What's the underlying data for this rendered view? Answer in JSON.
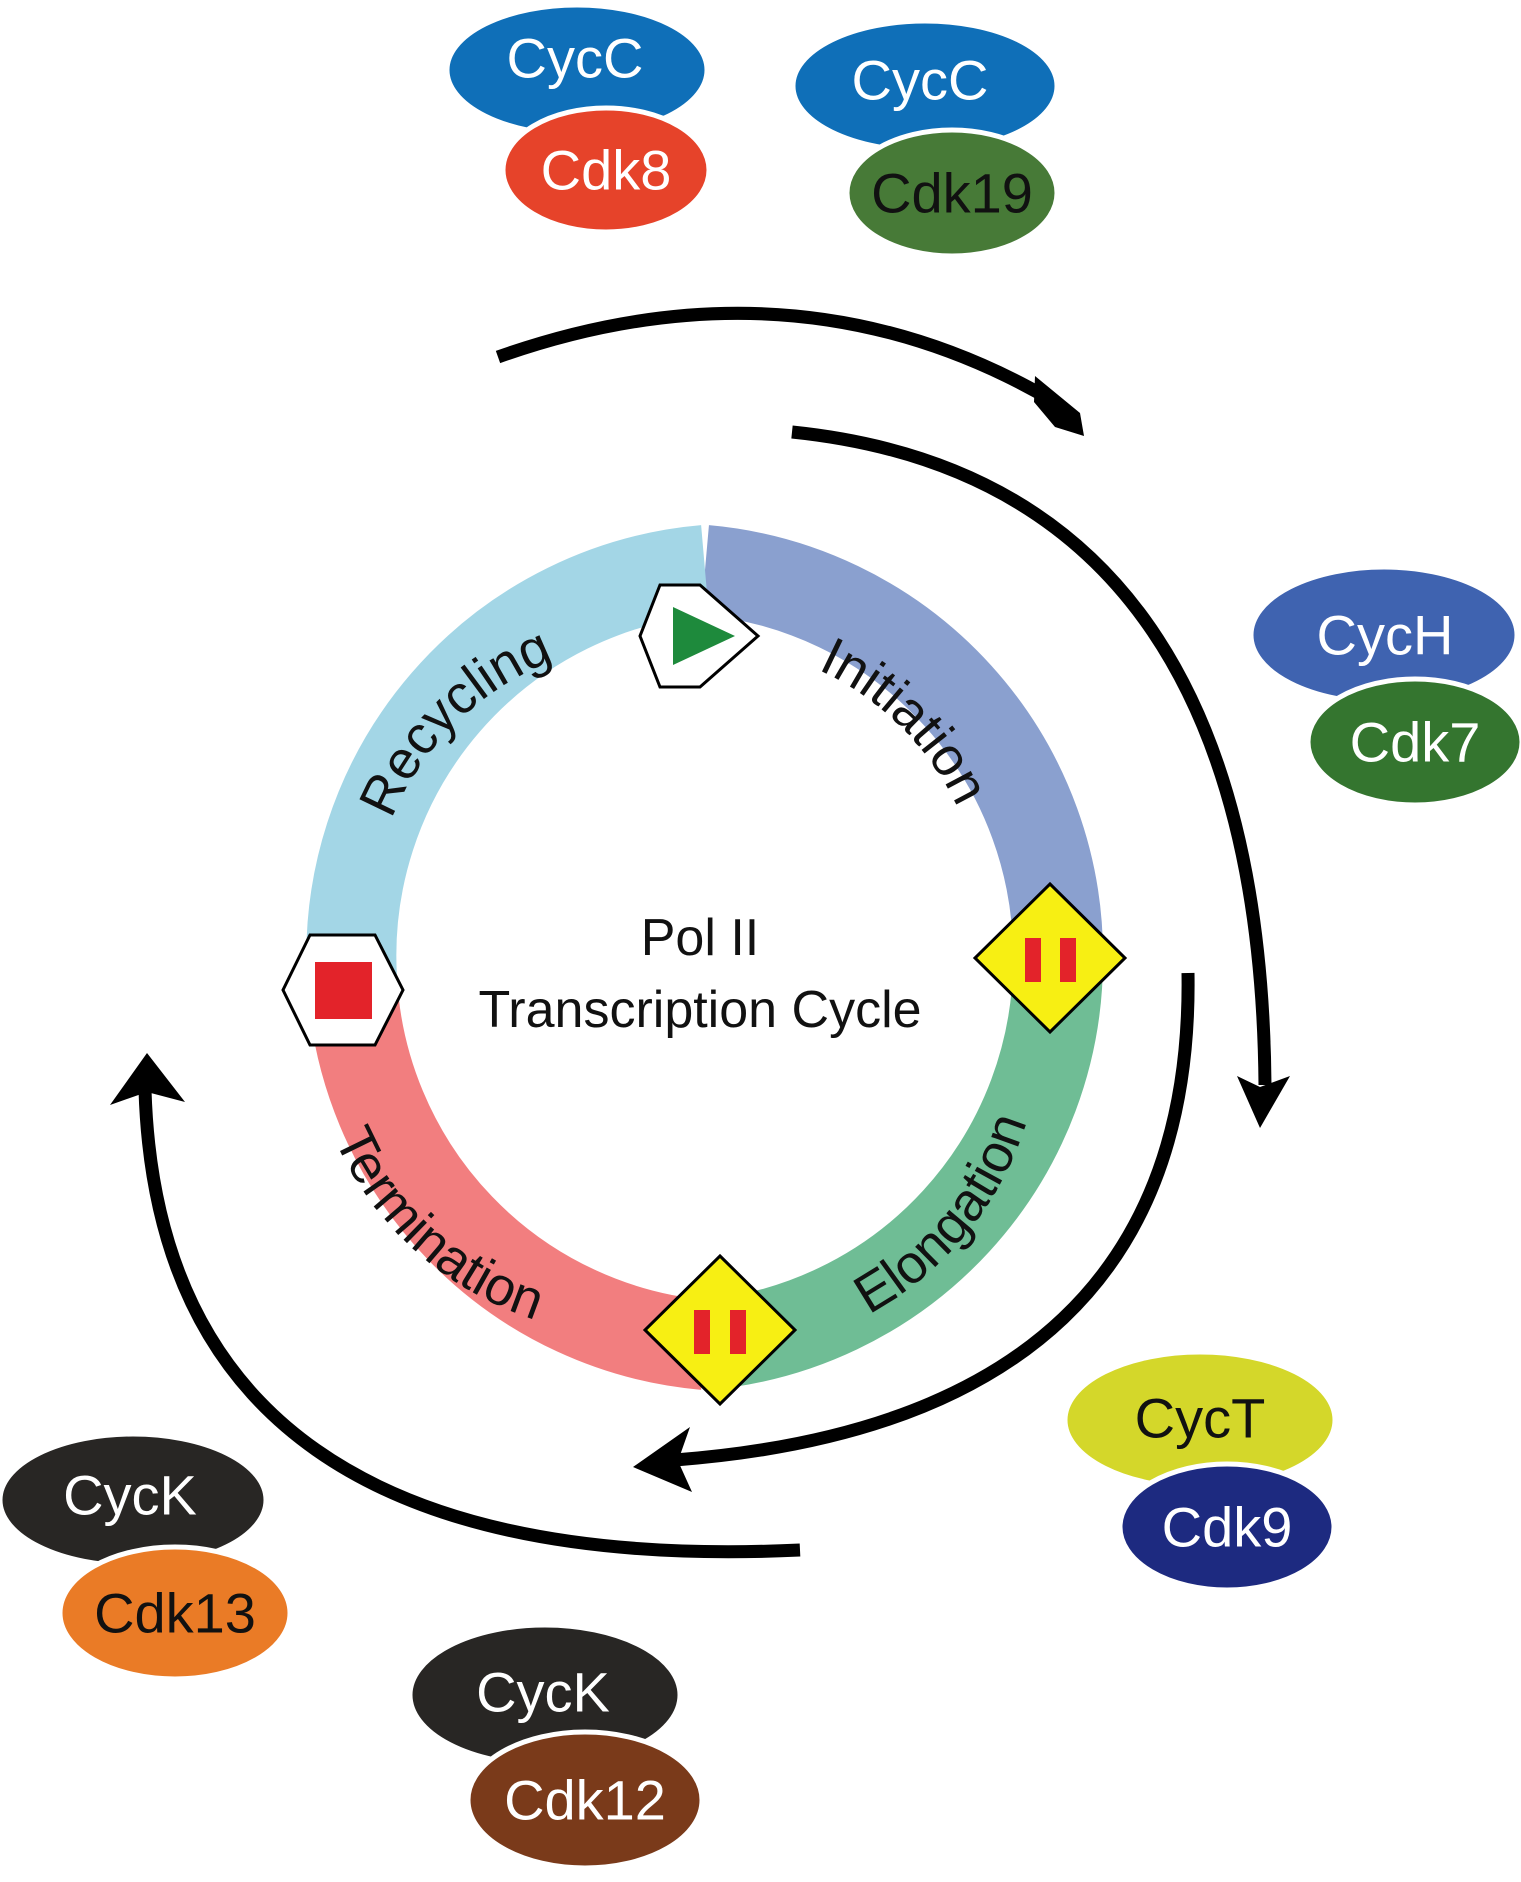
{
  "diagram": {
    "center": {
      "line1": "Pol II",
      "line2": "Transcription Cycle"
    },
    "phases": [
      {
        "id": "initiation",
        "label": "Initiation",
        "color": "#8aa0cf"
      },
      {
        "id": "elongation",
        "label": "Elongation",
        "color": "#6fbd95"
      },
      {
        "id": "termination",
        "label": "Termination",
        "color": "#f27e7f"
      },
      {
        "id": "recycling",
        "label": "Recycling",
        "color": "#a3d6e6"
      }
    ],
    "markers": [
      {
        "id": "start",
        "shape": "hexagon",
        "icon": "play-icon",
        "icon_color": "#1e8a3c"
      },
      {
        "id": "pause-1",
        "shape": "diamond",
        "icon": "pause-icon",
        "fill": "#f7ef13",
        "icon_color": "#e3232a"
      },
      {
        "id": "pause-2",
        "shape": "diamond",
        "icon": "pause-icon",
        "fill": "#f7ef13",
        "icon_color": "#e3232a"
      },
      {
        "id": "stop",
        "shape": "hexagon",
        "icon": "stop-icon",
        "icon_color": "#e3232a"
      }
    ],
    "complexes": [
      {
        "id": "cycc-cdk8",
        "cyclin": "CycC",
        "cyclin_color": "#0f6fb8",
        "cyclin_text": "#ffffff",
        "cdk": "Cdk8",
        "cdk_color": "#e6432a",
        "cdk_text": "#ffffff"
      },
      {
        "id": "cycc-cdk19",
        "cyclin": "CycC",
        "cyclin_color": "#0f6fb8",
        "cyclin_text": "#ffffff",
        "cdk": "Cdk19",
        "cdk_color": "#477a37",
        "cdk_text": "#111111"
      },
      {
        "id": "cych-cdk7",
        "cyclin": "CycH",
        "cyclin_color": "#3f63b0",
        "cyclin_text": "#ffffff",
        "cdk": "Cdk7",
        "cdk_color": "#34752f",
        "cdk_text": "#ffffff"
      },
      {
        "id": "cyct-cdk9",
        "cyclin": "CycT",
        "cyclin_color": "#d4d72a",
        "cyclin_text": "#111111",
        "cdk": "Cdk9",
        "cdk_color": "#1d2a80",
        "cdk_text": "#ffffff"
      },
      {
        "id": "cyck-cdk13",
        "cyclin": "CycK",
        "cyclin_color": "#282624",
        "cyclin_text": "#ffffff",
        "cdk": "Cdk13",
        "cdk_color": "#ea7b26",
        "cdk_text": "#111111"
      },
      {
        "id": "cyck-cdk12",
        "cyclin": "CycK",
        "cyclin_color": "#282624",
        "cyclin_text": "#ffffff",
        "cdk": "Cdk12",
        "cdk_color": "#7a3a1a",
        "cdk_text": "#ffffff"
      }
    ],
    "arrow_color": "#000000"
  }
}
